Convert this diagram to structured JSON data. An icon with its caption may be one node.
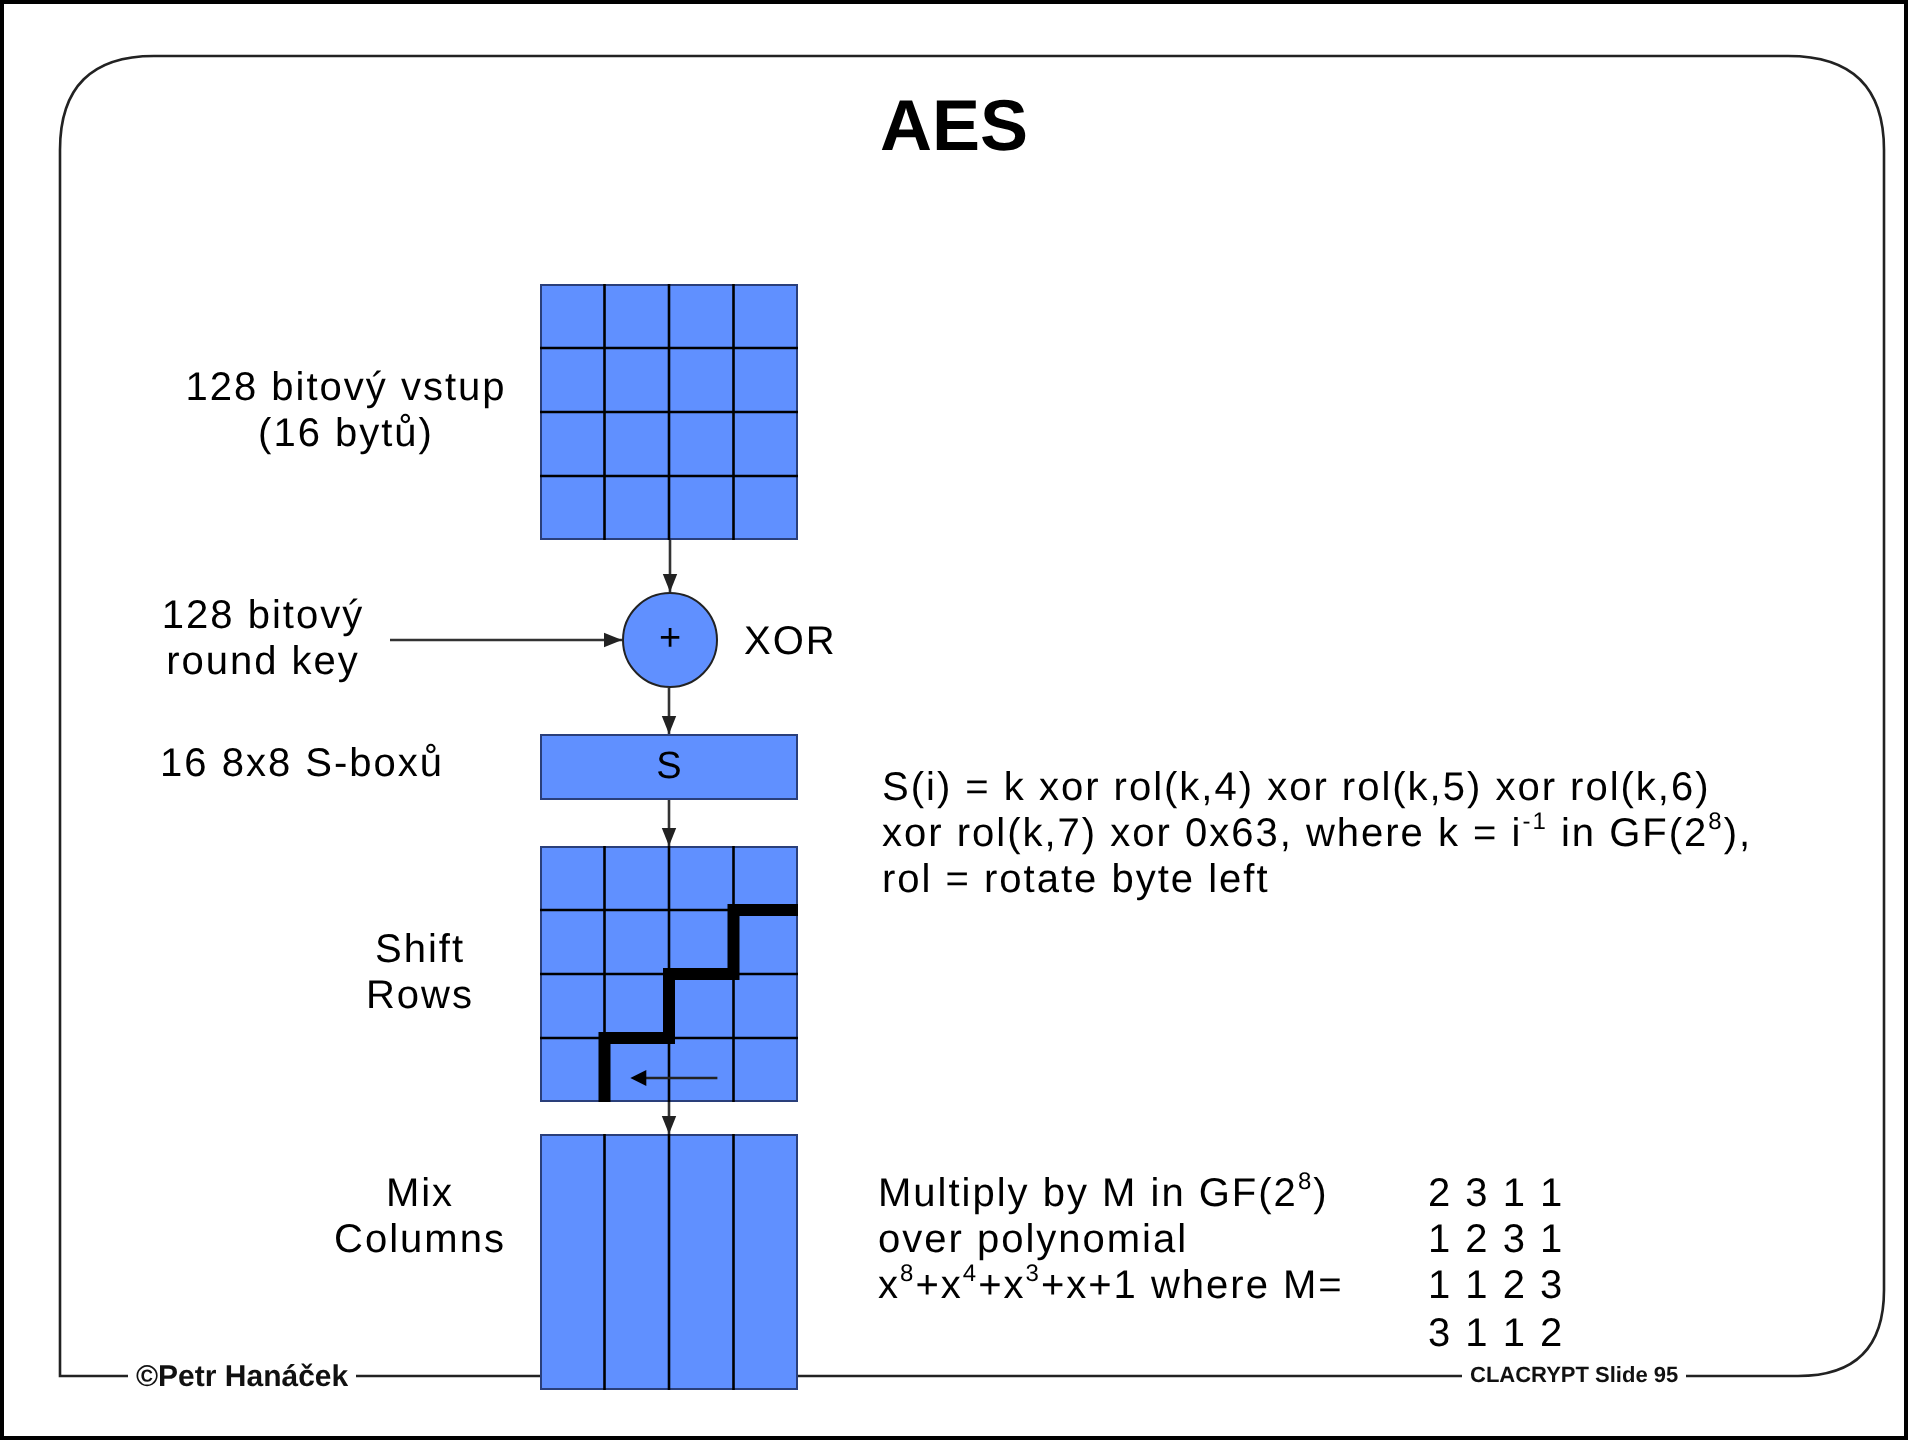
{
  "diagram": {
    "title": "AES",
    "nodes": [
      {
        "text": [],
        "shape": "box",
        "beside": [
          "128 bitový vstup (16 bytů)"
        ]
      },
      {
        "text": [
          "+"
        ],
        "beside": [
          "XOR"
        ]
      },
      {
        "text": [
          "S"
        ]
      },
      {
        "text": [],
        "shape": "box",
        "beside": [
          "Shift Rows"
        ]
      },
      {
        "text": [],
        "shape": "box",
        "beside": [
          "Mix Columns"
        ]
      },
      {
        "text": [
          "128 bitový round key"
        ]
      }
    ],
    "edges": [
      {
        "from": 0,
        "to": 1,
        "arrow": "to"
      },
      {
        "from": 5,
        "to": 1,
        "arrow": "to"
      },
      {
        "from": 1,
        "to": 2,
        "arrow": "to"
      },
      {
        "from": 2,
        "to": 3,
        "arrow": "to"
      },
      {
        "from": 3,
        "to": 4,
        "arrow": "to"
      }
    ],
    "labels": [
      "16 8x8 S-boxů",
      "S(i) = k xor rol(k,4) xor rol(k,5) xor rol(k,6) xor rol(k,7) xor 0x63, where k = i$^{-1}$ in GF(2$^{8}$), rol = rotate byte left",
      "Multiply by M in GF(2$^{8}$)",
      "over polynomial",
      "x$^{8}$+x$^{4}$+x$^{3}$+x+1 where M=",
      "2 3 1 1",
      "1 2 3 1",
      "1 1 2 3",
      "3 1 1 2",
      "©Petr Hanáček",
      "CLACRYPT Slide 95"
    ]
  }
}
